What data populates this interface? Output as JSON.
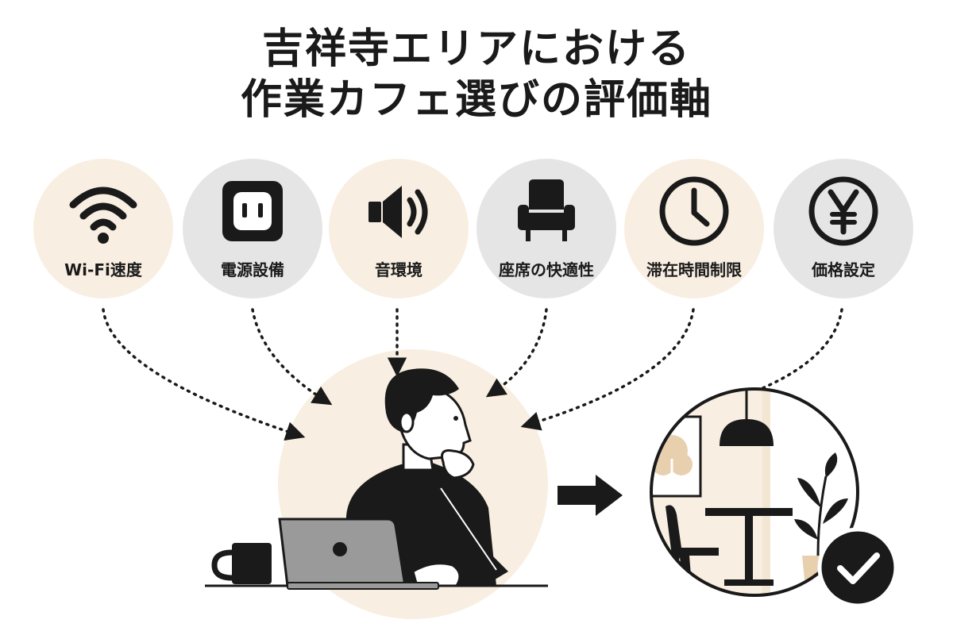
{
  "title": {
    "line1": "吉祥寺エリアにおける",
    "line2": "作業カフェ選びの評価軸"
  },
  "criteria": [
    {
      "label": "Wi-Fi速度",
      "icon": "wifi-icon"
    },
    {
      "label": "電源設備",
      "icon": "power-outlet-icon"
    },
    {
      "label": "音環境",
      "icon": "speaker-icon"
    },
    {
      "label": "座席の快適性",
      "icon": "armchair-icon"
    },
    {
      "label": "滞在時間制限",
      "icon": "clock-icon"
    },
    {
      "label": "価格設定",
      "icon": "yen-coin-icon"
    }
  ],
  "colors": {
    "beige": "#f8eee1",
    "gray": "#e5e5e5",
    "ink": "#1a1a1a",
    "laptop": "#9a9a9a"
  },
  "illustration": {
    "person": "person-thinking-icon",
    "laptop": "laptop-icon",
    "mug": "mug-icon",
    "arrow": "arrow-right-icon",
    "cafe": "cafe-interior-icon",
    "check": "check-circle-icon"
  }
}
